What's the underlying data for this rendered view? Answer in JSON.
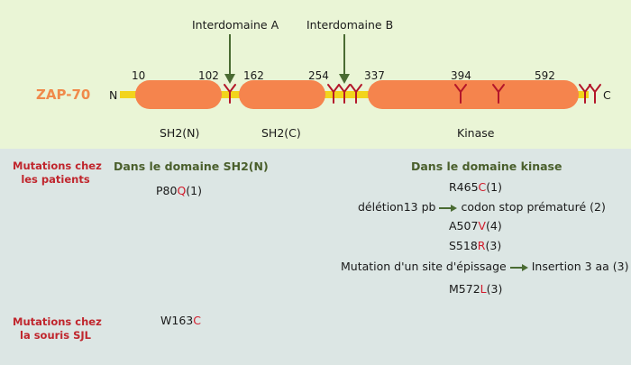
{
  "protein": {
    "title": "ZAP-70",
    "n_term": "N",
    "c_term": "C",
    "positions": [
      "10",
      "102",
      "162",
      "254",
      "337",
      "394",
      "592"
    ],
    "interdomain_a": "Interdomaine A",
    "interdomain_b": "Interdomaine B",
    "domains": [
      "SH2(N)",
      "SH2(C)",
      "Kinase"
    ]
  },
  "colors": {
    "domain": "#f5844d",
    "linker": "#f2d41c",
    "tyrosine": "#b3162a",
    "arrow": "#4a6b32"
  },
  "sections": {
    "patients": "Mutations chez\nles patients",
    "mouse": "Mutations chez\nla souris SJL",
    "sh2n_header": "Dans le domaine SH2(N)",
    "kinase_header": "Dans le domaine kinase"
  },
  "mutations": {
    "p80q": {
      "pre": "P80",
      "aa": "Q",
      "post": "(1)"
    },
    "r465c": {
      "pre": "R465",
      "aa": "C",
      "post": "(1)"
    },
    "del13_a": "délétion13 pb",
    "del13_b": "codon stop prématuré (2)",
    "a507v": {
      "pre": "A507",
      "aa": "V",
      "post": "(4)"
    },
    "s518r": {
      "pre": "S518",
      "aa": "R",
      "post": "(3)"
    },
    "splice_a": "Mutation d'un site d'épissage",
    "splice_b": "Insertion 3 aa (3)",
    "m572l": {
      "pre": "M572",
      "aa": "L",
      "post": "(3)"
    },
    "w163c": {
      "pre": "W163",
      "aa": "C",
      "post": ""
    }
  }
}
